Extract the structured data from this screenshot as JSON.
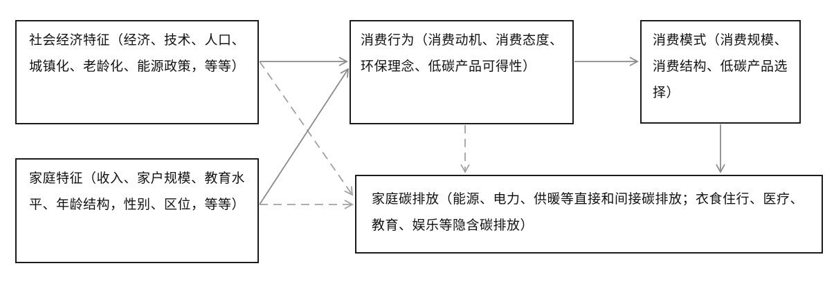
{
  "diagram": {
    "socio_economic": "社会经济特征（经济、技术、人口、城镇化、老龄化、能源政策，等等）",
    "household": "家庭特征（收入、家户规模、教育水平、年龄结构，性别、区位，等等）",
    "behavior": "消费行为（消费动机、消费态度、环保理念、低碳产品可得性）",
    "pattern": "消费模式（消费规模、消费结构、低碳产品选择）",
    "emission": "家庭碳排放（能源、电力、供暖等直接和间接碳排放；衣食住行、医疗、教育、娱乐等隐含碳排放）"
  },
  "colors": {
    "border": "#1a1a1a",
    "solid_arrow": "#8a8a8a",
    "dashed_arrow": "#a0a0a0"
  }
}
